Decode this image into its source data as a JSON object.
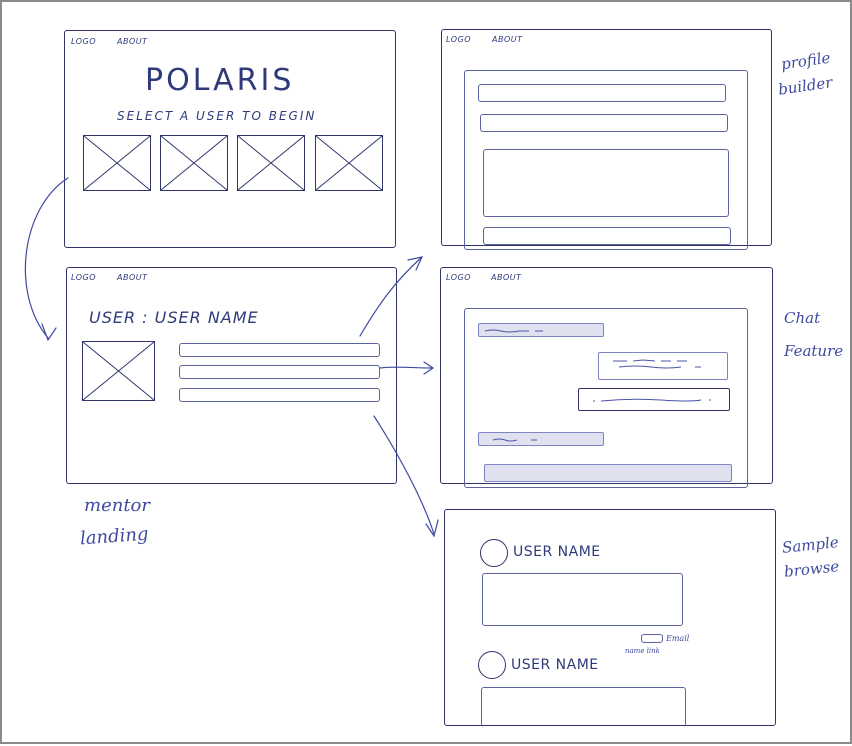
{
  "nav": {
    "logo": "LOGO",
    "about": "ABOUT"
  },
  "home": {
    "title": "POLARIS",
    "subtitle": "SELECT A USER TO BEGIN"
  },
  "mentor": {
    "user_line": "USER : USER NAME"
  },
  "labels": {
    "profile_builder": [
      "profile",
      "builder"
    ],
    "chat_feature": [
      "Chat",
      "Feature"
    ],
    "mentor_landing": [
      "mentor",
      "landing"
    ],
    "sample_browse": [
      "Sample",
      "browse"
    ]
  },
  "browse": {
    "user1": "USER NAME",
    "user2": "USER NAME",
    "email_label": "Email",
    "link_label": "name link"
  },
  "colors": {
    "ink": "#2f3469",
    "pencil": "#3f4aa0",
    "shade": "#dfe2ee"
  }
}
